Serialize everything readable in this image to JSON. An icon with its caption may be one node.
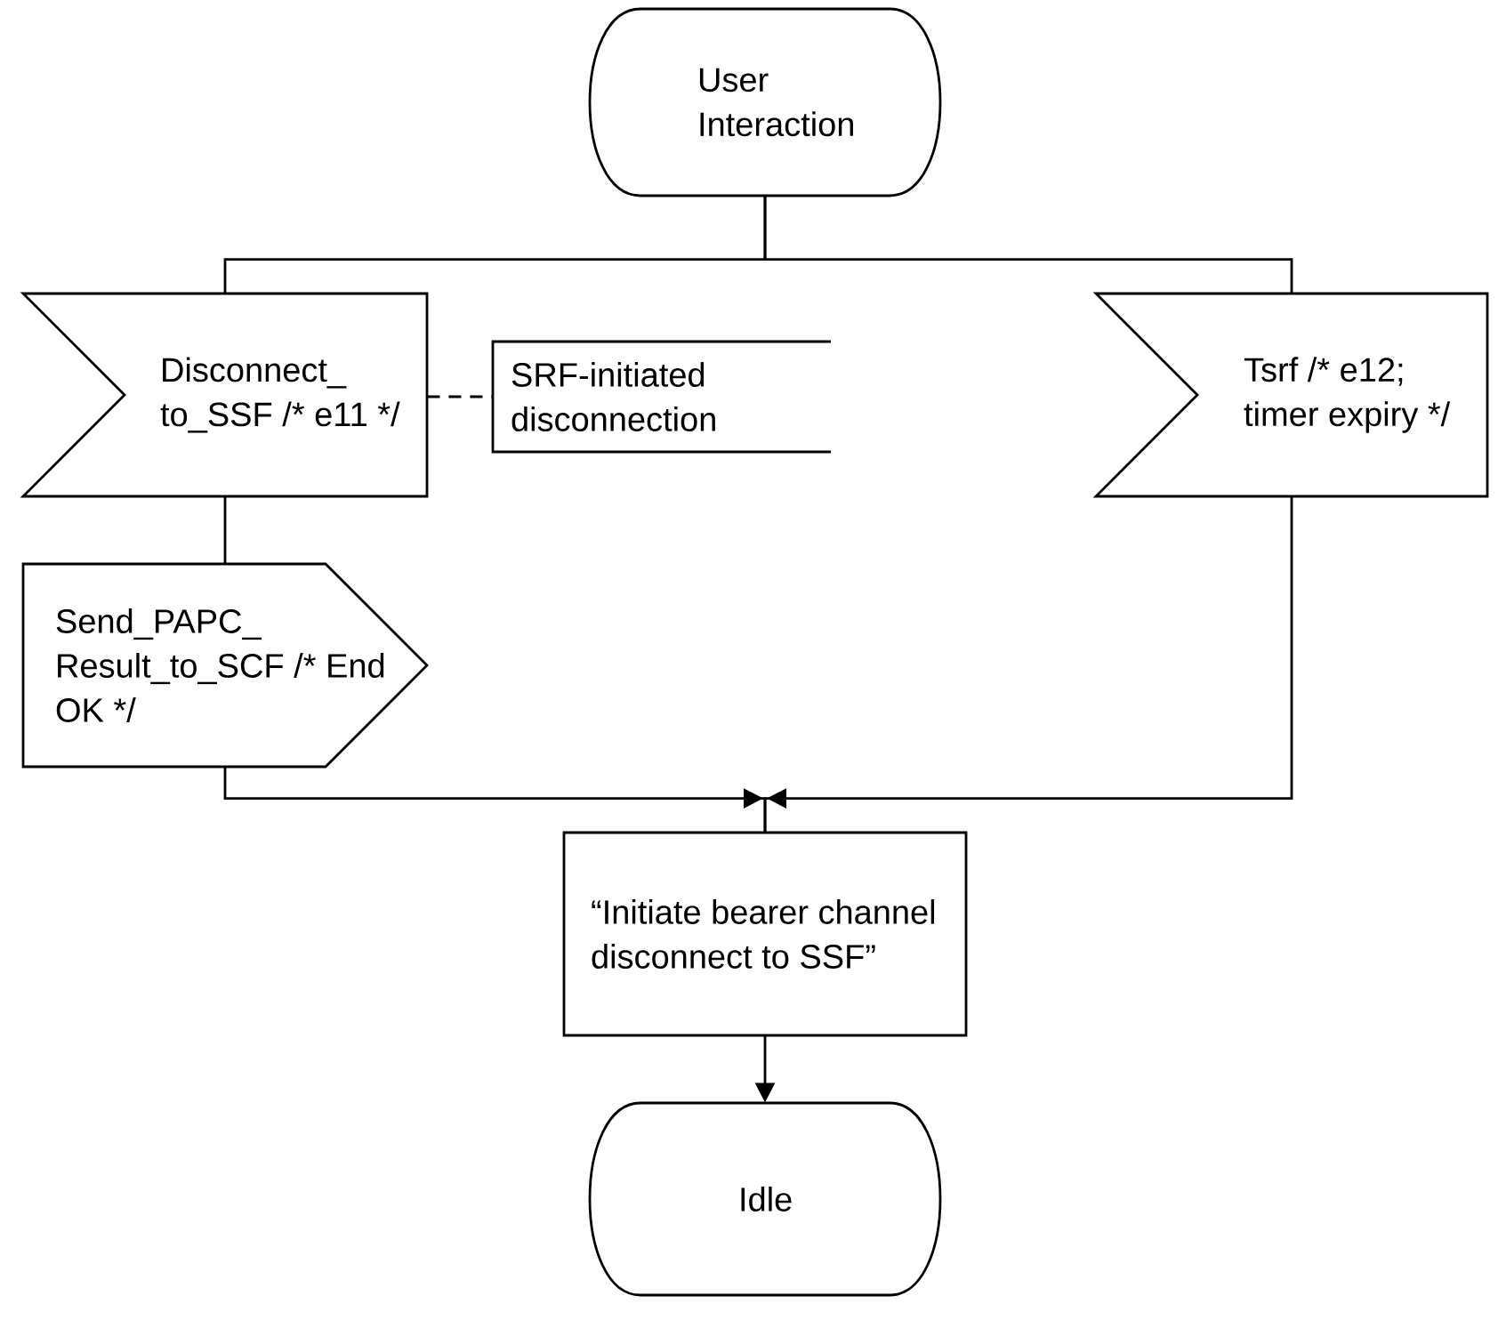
{
  "diagram": {
    "nodes": [
      {
        "text": [
          "User Interaction"
        ]
      },
      {
        "text": [
          "Disconnect_ to_SSF /* e11 */"
        ]
      },
      {
        "text": [
          "SRF-initiated disconnection"
        ]
      },
      {
        "text": [
          "Tsrf /* e12; timer expiry */"
        ]
      },
      {
        "text": [
          "Send_PAPC_ Result_to_SCF /* End OK */"
        ]
      },
      {
        "text": [
          "“Initiate bearer channel disconnect to SSF”"
        ]
      },
      {
        "text": [
          "Idle"
        ]
      }
    ],
    "edges": [
      {
        "from": 0,
        "to": 1,
        "arrow": "none"
      },
      {
        "from": 0,
        "to": 3,
        "arrow": "none"
      },
      {
        "from": 1,
        "to": 2,
        "arrow": "none",
        "style": "dashed"
      },
      {
        "from": 1,
        "to": 4,
        "arrow": "none"
      },
      {
        "from": 4,
        "to": 5,
        "arrow": "to"
      },
      {
        "from": 3,
        "to": 5,
        "arrow": "to"
      },
      {
        "from": 5,
        "to": 6,
        "arrow": "to"
      }
    ]
  }
}
